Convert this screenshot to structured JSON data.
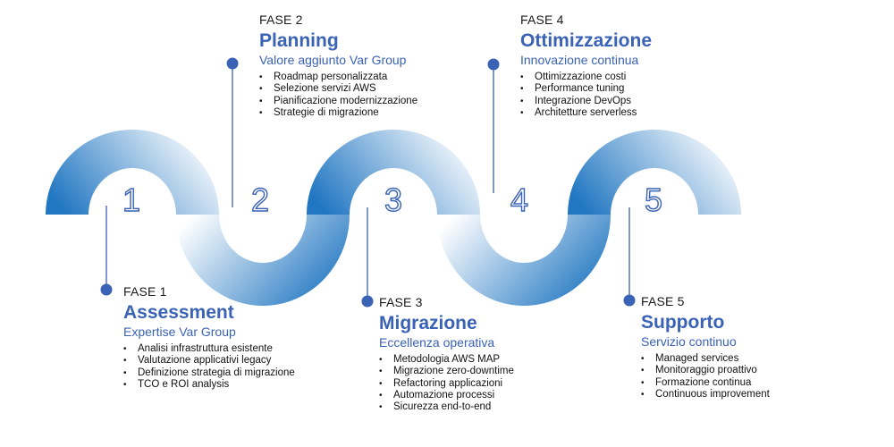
{
  "colors": {
    "accent": "#3a62b5",
    "gradient_dark": "#2277c2",
    "gradient_light": "#ffffff"
  },
  "steps": [
    "1",
    "2",
    "3",
    "4",
    "5"
  ],
  "phases": [
    {
      "fase": "FASE 1",
      "title": "Assessment",
      "subtitle": "Expertise Var Group",
      "items": [
        "Analisi infrastruttura esistente",
        "Valutazione applicativi legacy",
        "Definizione strategia di migrazione",
        "TCO e ROI analysis"
      ]
    },
    {
      "fase": "FASE 2",
      "title": "Planning",
      "subtitle": "Valore aggiunto Var Group",
      "items": [
        "Roadmap personalizzata",
        "Selezione servizi AWS",
        "Pianificazione modernizzazione",
        "Strategie di migrazione"
      ]
    },
    {
      "fase": "FASE 3",
      "title": "Migrazione",
      "subtitle": "Eccellenza operativa",
      "items": [
        "Metodologia AWS MAP",
        "Migrazione zero-downtime",
        "Refactoring applicazioni",
        "Automazione processi",
        "Sicurezza end-to-end"
      ]
    },
    {
      "fase": "FASE 4",
      "title": "Ottimizzazione",
      "subtitle": "Innovazione continua",
      "items": [
        "Ottimizzazione costi",
        "Performance tuning",
        "Integrazione DevOps",
        "Architetture serverless"
      ]
    },
    {
      "fase": "FASE 5",
      "title": "Supporto",
      "subtitle": "Servizio continuo",
      "items": [
        "Managed services",
        "Monitoraggio proattivo",
        "Formazione continua",
        "Continuous improvement"
      ]
    }
  ]
}
